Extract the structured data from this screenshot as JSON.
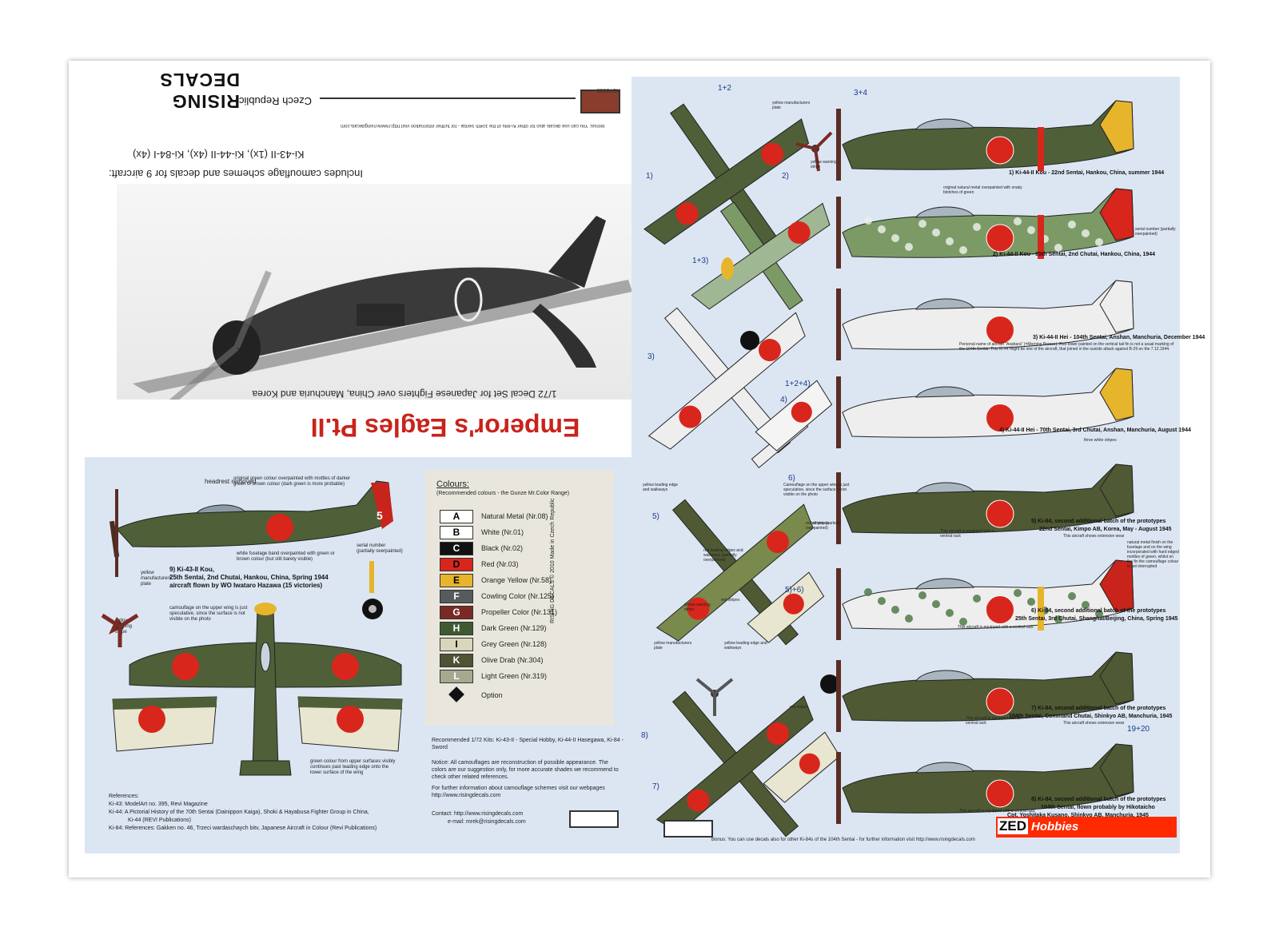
{
  "brand": "RISING DECALS",
  "country": "Czech Republic",
  "product_code": "RD72030",
  "bonus_note_top": "Bonus: You can use decals also for other Ki-84s of the 104th Sentai - for further information visit http://www.risingdecals.com",
  "aircraft_list": "Ki-43-II (1x), Ki-44-II (4x), Ki-84-I (4x)",
  "includes": "Includes camouflage schemes and decals for 9 aircraft:",
  "subtitle": "1/72 Decal Set for Japanese Fighters over China, Manchuria and Korea",
  "title": "Emperor's Eagles Pt.II",
  "colours_title": "Colours:",
  "colours_subtitle": "(Recommended colours - the Gunze Mr.Color Range)",
  "colours": [
    {
      "code": "A",
      "label": "Natural Metal (Nr.08)",
      "bg": "#ffffff",
      "fg": "#000000"
    },
    {
      "code": "B",
      "label": "White (Nr.01)",
      "bg": "#ffffff",
      "fg": "#000000"
    },
    {
      "code": "C",
      "label": "Black (Nr.02)",
      "bg": "#111111",
      "fg": "#ffffff"
    },
    {
      "code": "D",
      "label": "Red (Nr.03)",
      "bg": "#d8261c",
      "fg": "#000000"
    },
    {
      "code": "E",
      "label": "Orange Yellow (Nr.58)",
      "bg": "#e7b52c",
      "fg": "#000000"
    },
    {
      "code": "F",
      "label": "Cowling Color (Nr.125)",
      "bg": "#565b5d",
      "fg": "#ffffff"
    },
    {
      "code": "G",
      "label": "Propeller Color (Nr.131)",
      "bg": "#7a2a24",
      "fg": "#ffffff"
    },
    {
      "code": "H",
      "label": "Dark Green (Nr.129)",
      "bg": "#3f5a33",
      "fg": "#ffffff"
    },
    {
      "code": "I",
      "label": "Grey Green (Nr.128)",
      "bg": "#d8d6bb",
      "fg": "#000000"
    },
    {
      "code": "K",
      "label": "Olive Drab (Nr.304)",
      "bg": "#4f5233",
      "fg": "#ffffff"
    },
    {
      "code": "L",
      "label": "Light Green (Nr.319)",
      "bg": "#a7a98f",
      "fg": "#ffffff"
    }
  ],
  "option_label": "Option",
  "vertical_note": "RISING DECALS © 2010 Made in Czech Republic",
  "recommended_kits": "Recommended 1/72 Kits: Ki-43-II - Special Hobby, Ki-44-II Hasegawa, Ki-84 - Sword",
  "notice": "Notice: All camouflages are reconstruction of possible appearance. The colors are our suggestion only, for more accurate shades we recommend to check other related references.",
  "further_info": "For further information about camouflage schemes visit our webpages http://www.risingdecals.com",
  "contact": "Contact: http://www.risingdecals.com",
  "email": "e-mail: mrek@risingdecals.com",
  "references_title": "References:",
  "references": [
    "Ki-43: ModelArt no. 395, Revi Magazine",
    "Ki-44: A Pictorial History of the 70th Sentai (Dainippon Kaiga), Shoki & Hayabusa Fighter Group in China,",
    "Ki-44 (REVI Publications)",
    "Ki-84: References: Gakken no. 46, Trzeci wardaschaych bitv, Japanese Aircraft in Colour (Revi Publications)"
  ],
  "a9": {
    "caption1": "9) Ki-43-II Kou,",
    "caption2": "25th Sentai, 2nd Chutai, Hankou, China, Spring 1944",
    "caption3": "aircraft flown by WO Iwataro Hazawa (15 victories)",
    "note_headrest": "headrest removed",
    "note_green": "original green colour overpainted with mottles of darker green or brown colour (dark green is more probable)",
    "note_white": "white fuselage band overpainted with green or brown colour (but still barely visible)",
    "note_serial": "serial number (partially overpainted)",
    "note_camo": "camouflage on the upper wing is just speculative, since the surface is not visible on the photo",
    "note_yellow": "yellow manufacturers plate",
    "note_warning": "yellow warning stripe",
    "note_green_under": "green colour from upper surfaces visibly continues past leading edge onto the lower surface of the wing"
  },
  "captions_right": [
    "1) Ki-44-II Kou - 22nd Sentai, Hankou, China, summer 1944",
    "2) Ki-44-II Kou - 85th Sentai, 2nd Chutai, Hankou, China, 1944",
    "3) Ki-44-II Hei - 104th Sentai, Anshan, Manchuria, December 1944",
    "4) Ki-44-II Hei - 70th Sentai, 3rd Chutai, Anshan, Manchuria, August 1944",
    "5) Ki-84, second additional batch of the prototypes",
    "22nd Sentai, Kimpo AB, Korea, May - August 1945",
    "6) Ki-84, second additional batch of the prototypes",
    "25th Sentai, 3rd Chutai, Shanghai/Beijing, China, Spring 1945",
    "7) Ki-84, second additional batch of the prototypes",
    "104th Sentai, Command Chutai, Shinkyo AB, Manchuria, 1945",
    "8) Ki-84, second additional batch of the prototypes",
    "104th Sentai, flown probably by Hikotaicho",
    "Cpt. Yoshitaka Kusano, Shinkyo AB, Manchuria, 1945"
  ],
  "notes_right": {
    "n1": "original natural metal overpainted with snaky blotches of green",
    "n3": "Personal name of aircraft \"Asahara\" (=Morning Breeze). Red tower painted on the vertical tail fin is not a usual marking of the 104th Sentai. This Ki-44 might be one of the aircraft, that joined in the suicide attack against B-29 on the 7.12.1944.",
    "n4": "three white stripes",
    "n5a": "This aircraft is equipped with a ventral rack",
    "n5b": "This aircraft shows extensive wear",
    "n6": "natural metal finish on the fuselage and on the wing incorporated with hard edged mottles of green, whilst on the fin the camouflage colour is not interrupted",
    "n6b": "This aircraft is equipped with a ventral rack",
    "n7a": "This aircraft is equipped with a ventral rack",
    "n7b": "This aircraft shows extensive wear",
    "n8": "This aircraft is equipped with a ventral rack",
    "serial": "serial number (partially overpainted)",
    "manuf": "yellow manufacturers plate",
    "warning": "yellow warning stripe",
    "red_stripes": "red stripes",
    "yellow_edges": "yellow leading edge and walkways",
    "camo_upper": "Camouflage on the upper wing is just speculative, since the surface is not visible on the photo",
    "red_stripes_partial": "red stripes (partially overpainted)",
    "red_leading": "red leading edges and walkways (partially overpainted)"
  },
  "numbers": [
    "1)",
    "2)",
    "3)",
    "4)",
    "5)",
    "6)",
    "7)",
    "8)",
    "1+2",
    "1+3)",
    "1+2+4)",
    "5)+6)",
    "3+4",
    "19+20"
  ],
  "bottom_note": "Bonus: You can use decals also for other Ki-84s of the 104th Sentai - for further information visit http://www.risingdecals.com",
  "zed_label": "ZED",
  "hobbies_label": "Hobbies",
  "colors": {
    "panel": "#dce6f3",
    "accent_red": "#d8261c",
    "zed": "#ff2a00",
    "ki44_green": "#4f5f38",
    "ki84_green": "#4f5a34",
    "silver": "#eeeeee"
  }
}
